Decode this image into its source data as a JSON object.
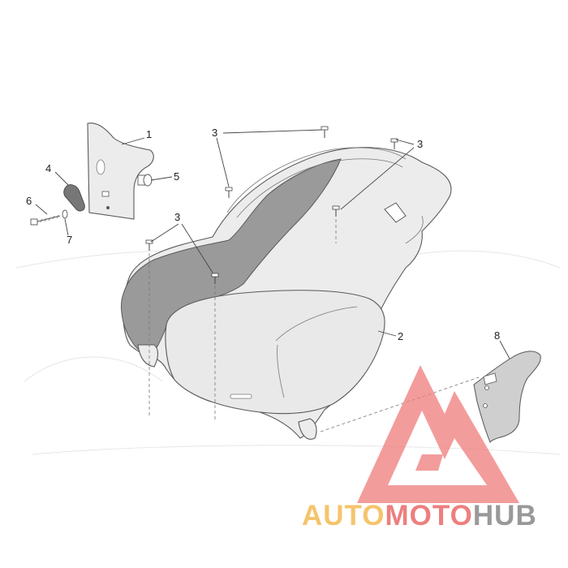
{
  "callouts": [
    {
      "id": "c1",
      "label": "1"
    },
    {
      "id": "c2",
      "label": "2"
    },
    {
      "id": "c3a",
      "label": "3"
    },
    {
      "id": "c3b",
      "label": "3"
    },
    {
      "id": "c3c",
      "label": "3"
    },
    {
      "id": "c4",
      "label": "4"
    },
    {
      "id": "c5",
      "label": "5"
    },
    {
      "id": "c6",
      "label": "6"
    },
    {
      "id": "c7",
      "label": "7"
    },
    {
      "id": "c8",
      "label": "8"
    }
  ],
  "watermark": {
    "part1": "AUTO",
    "part2": "MOTO",
    "part3": "HUB",
    "colors": {
      "auto": "#f2b13b",
      "moto": "#e85555",
      "hub": "#777777",
      "logo_triangle": "#ef7b7b"
    }
  },
  "colors": {
    "part_fill": "#ececec",
    "part_dark": "#9a9a9a",
    "line": "#5a5a5a"
  }
}
